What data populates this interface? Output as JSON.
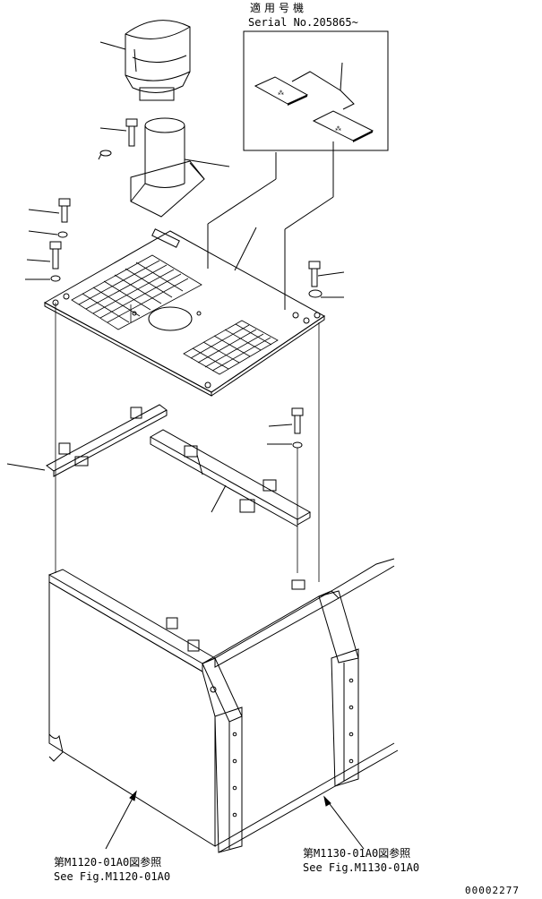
{
  "serial_box": {
    "title": "適用号機",
    "serial": "Serial No.205865~"
  },
  "references": [
    {
      "jp": "第M1120-01A0図参照",
      "en": "See Fig.M1120-01A0"
    },
    {
      "jp": "第M1130-01A0図参照",
      "en": "See Fig.M1130-01A0"
    }
  ],
  "drawing_number": "00002277"
}
